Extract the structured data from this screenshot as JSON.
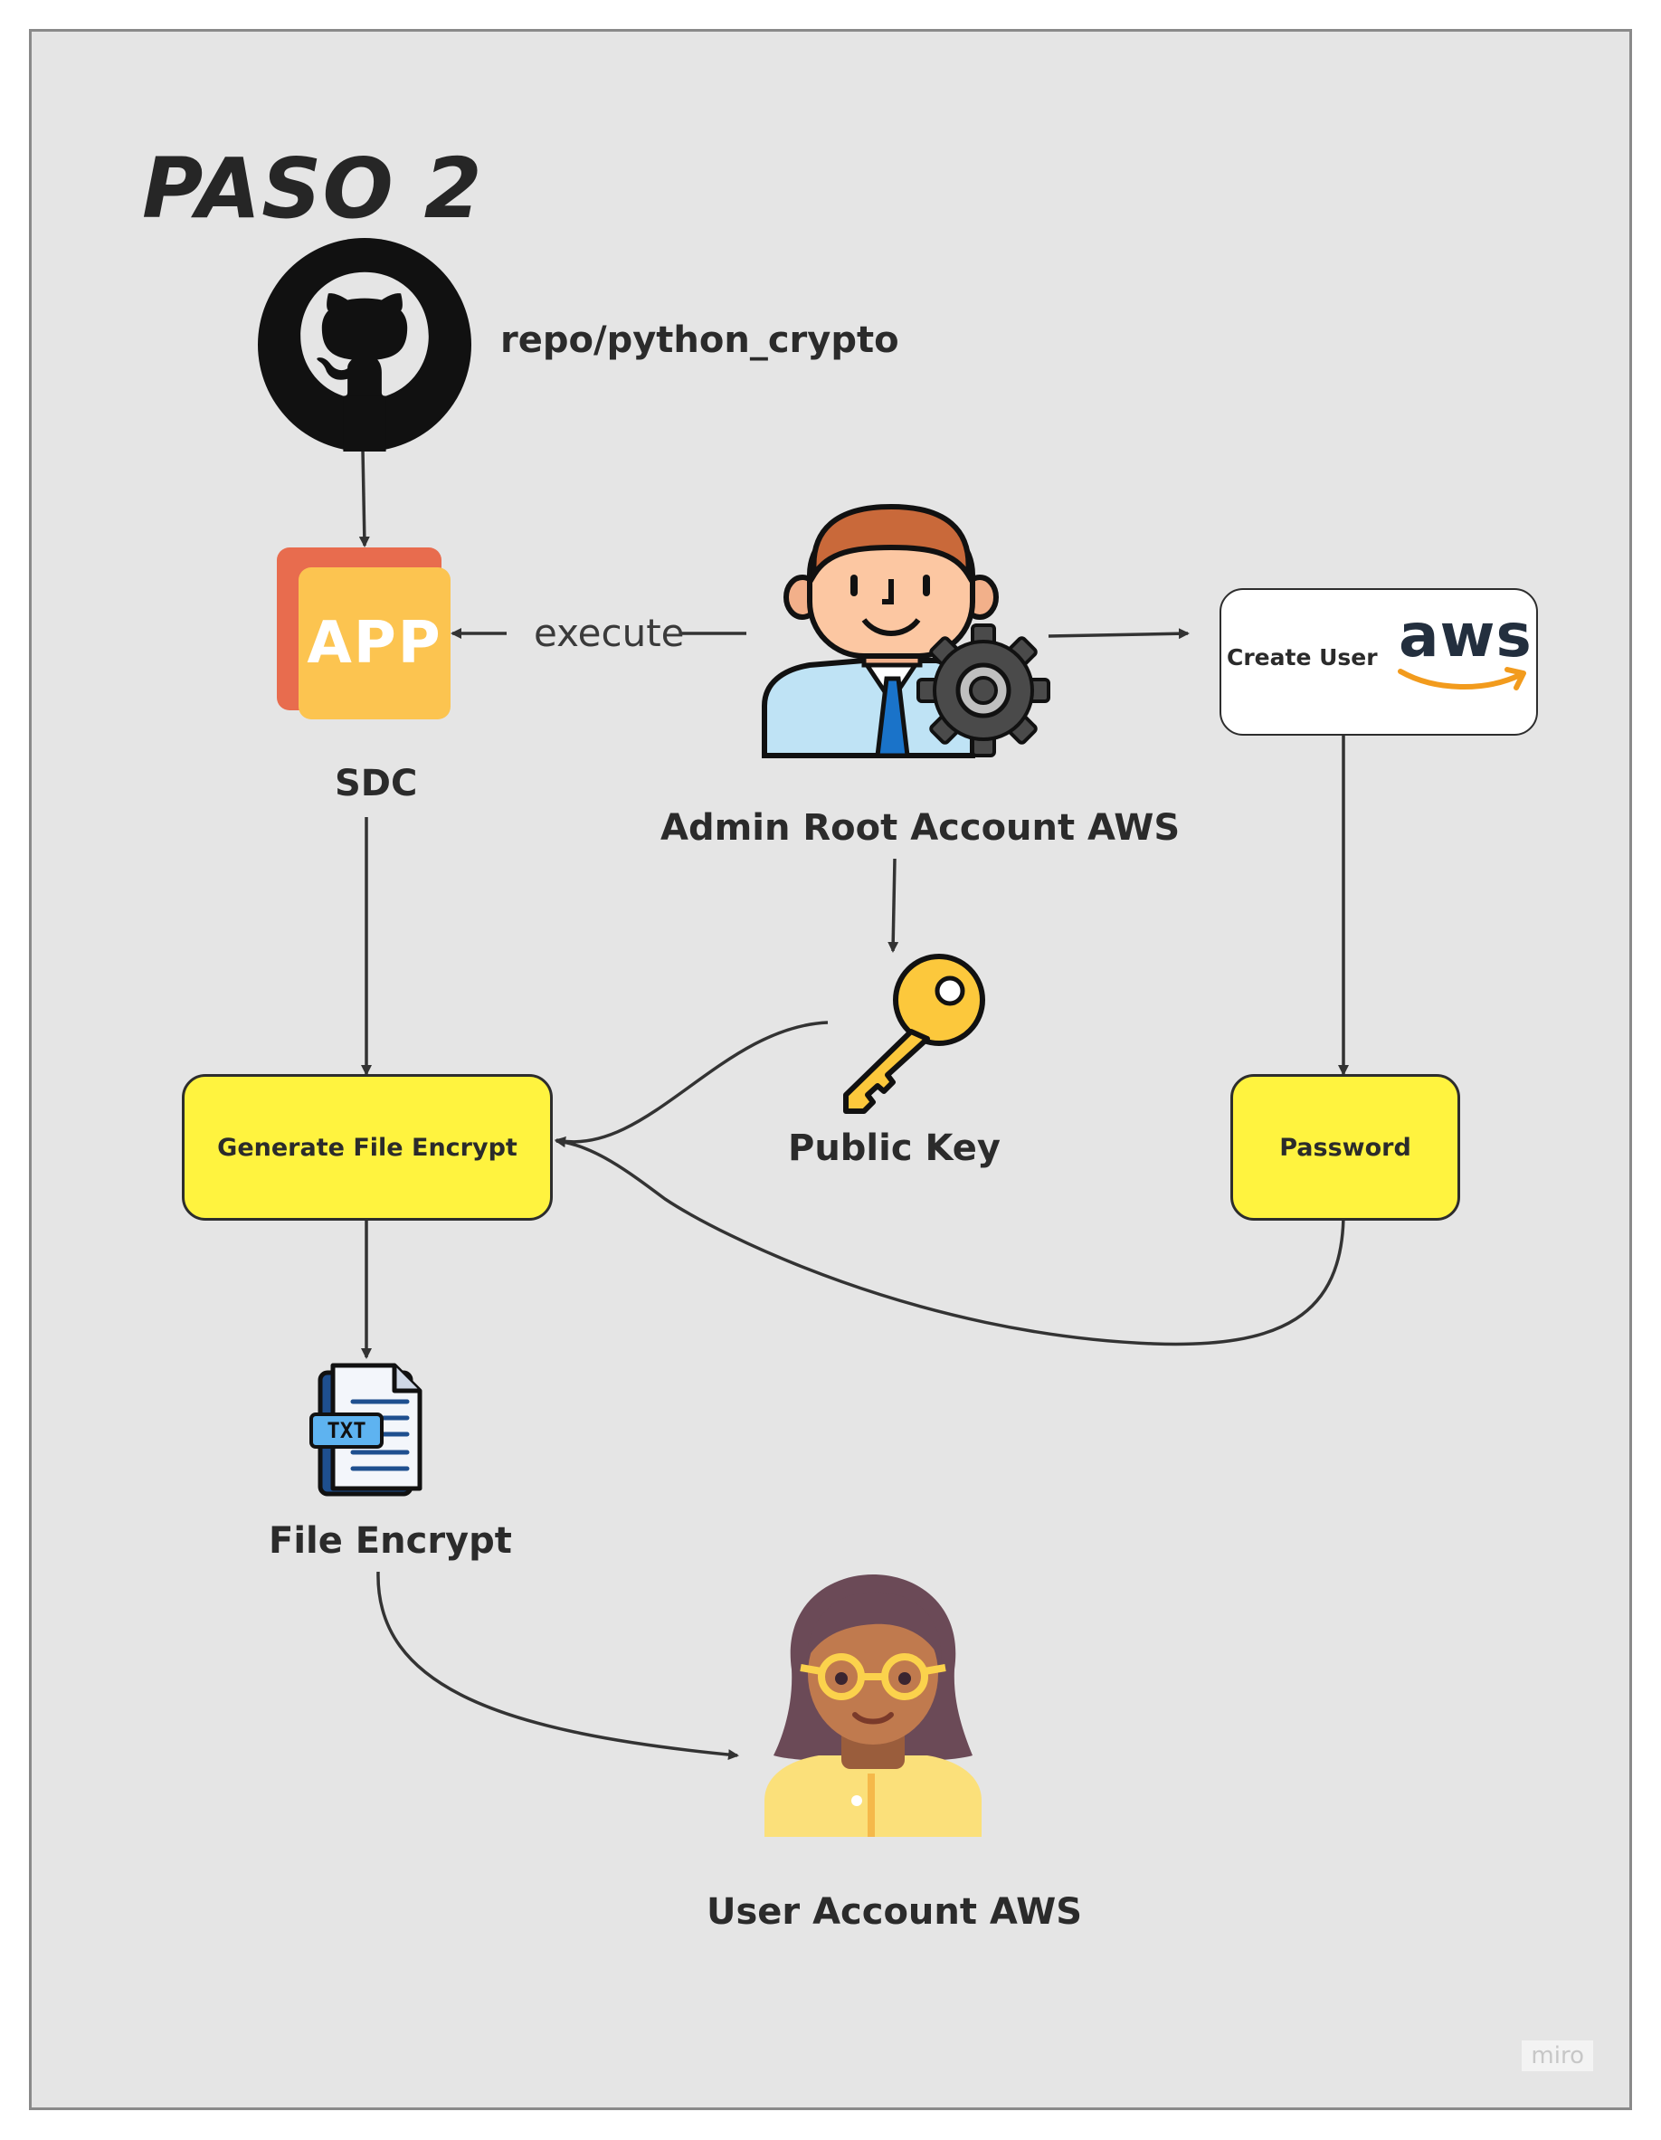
{
  "title": "PASO 2",
  "labels": {
    "repo": "repo/python_crypto",
    "app_icon_text": "APP",
    "sdc": "SDC",
    "execute": "execute",
    "admin": "Admin Root Account AWS",
    "create_user": "Create User",
    "aws_logo": "aws",
    "public_key": "Public Key",
    "generate": "Generate File Encrypt",
    "password": "Password",
    "txt_icon_text": "TXT",
    "file_encrypt": "File Encrypt",
    "user_account": "User Account AWS",
    "watermark": "miro"
  },
  "icons": [
    "github-icon",
    "app-icon",
    "admin-gear-icon",
    "aws-logo",
    "key-icon",
    "txt-file-icon",
    "user-woman-icon"
  ],
  "colors": {
    "board": "#e5e5e5",
    "process_box": "#fff33f",
    "edge": "#333333",
    "aws_orange": "#f29b1d",
    "aws_dark": "#232f3e"
  }
}
